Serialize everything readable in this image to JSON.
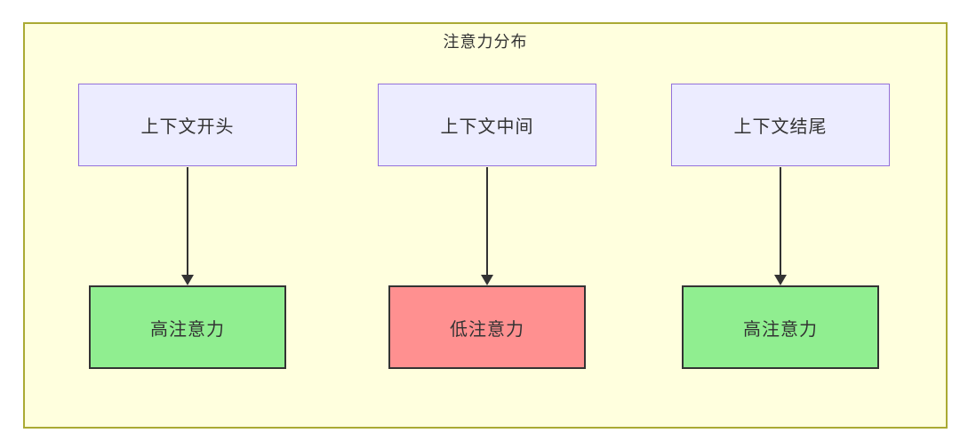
{
  "diagram": {
    "title": "注意力分布",
    "container": {
      "fill": "#ffffde",
      "stroke": "#aaaa33"
    },
    "text_color": "#333333",
    "arrow_color": "#333333",
    "top_nodes": [
      {
        "id": "context-start",
        "label": "上下文开头",
        "fill": "#ECECFF",
        "stroke": "#9370DB"
      },
      {
        "id": "context-middle",
        "label": "上下文中间",
        "fill": "#ECECFF",
        "stroke": "#9370DB"
      },
      {
        "id": "context-end",
        "label": "上下文结尾",
        "fill": "#ECECFF",
        "stroke": "#9370DB"
      }
    ],
    "bottom_nodes": [
      {
        "id": "high-attention-1",
        "label": "高注意力",
        "fill": "#90EE90",
        "stroke": "#333333",
        "status": "high"
      },
      {
        "id": "low-attention",
        "label": "低注意力",
        "fill": "#FF9090",
        "stroke": "#333333",
        "status": "low"
      },
      {
        "id": "high-attention-2",
        "label": "高注意力",
        "fill": "#90EE90",
        "stroke": "#333333",
        "status": "high"
      }
    ],
    "edges": [
      {
        "from": "上下文开头",
        "to": "高注意力"
      },
      {
        "from": "上下文中间",
        "to": "低注意力"
      },
      {
        "from": "上下文结尾",
        "to": "高注意力"
      }
    ]
  }
}
